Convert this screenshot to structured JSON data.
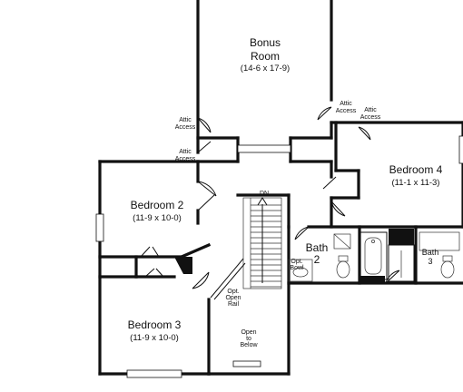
{
  "rooms": {
    "bonus": {
      "name_line1": "Bonus",
      "name_line2": "Room",
      "dims": "(14-6 x 17-9)"
    },
    "bedroom2": {
      "name": "Bedroom 2",
      "dims": "(11-9 x 10-0)"
    },
    "bedroom3": {
      "name": "Bedroom 3",
      "dims": "(11-9 x 10-0)"
    },
    "bedroom4": {
      "name": "Bedroom 4",
      "dims": "(11-1 x 11-3)"
    },
    "bath2": {
      "name_line1": "Bath",
      "name_line2": "2"
    },
    "bath3": {
      "name_line1": "Bath",
      "name_line2": "3"
    }
  },
  "notes": {
    "attic_access": [
      "Attic",
      "Access"
    ],
    "stair_dn": "DN",
    "opt_bowl": [
      "Opt.",
      "Bowl"
    ],
    "opt_open_rail": [
      "Opt.",
      "Open",
      "Rail"
    ],
    "open_to_below": [
      "Open",
      "to",
      "Below"
    ]
  },
  "colors": {
    "wall": "#111111",
    "background": "#ffffff"
  }
}
